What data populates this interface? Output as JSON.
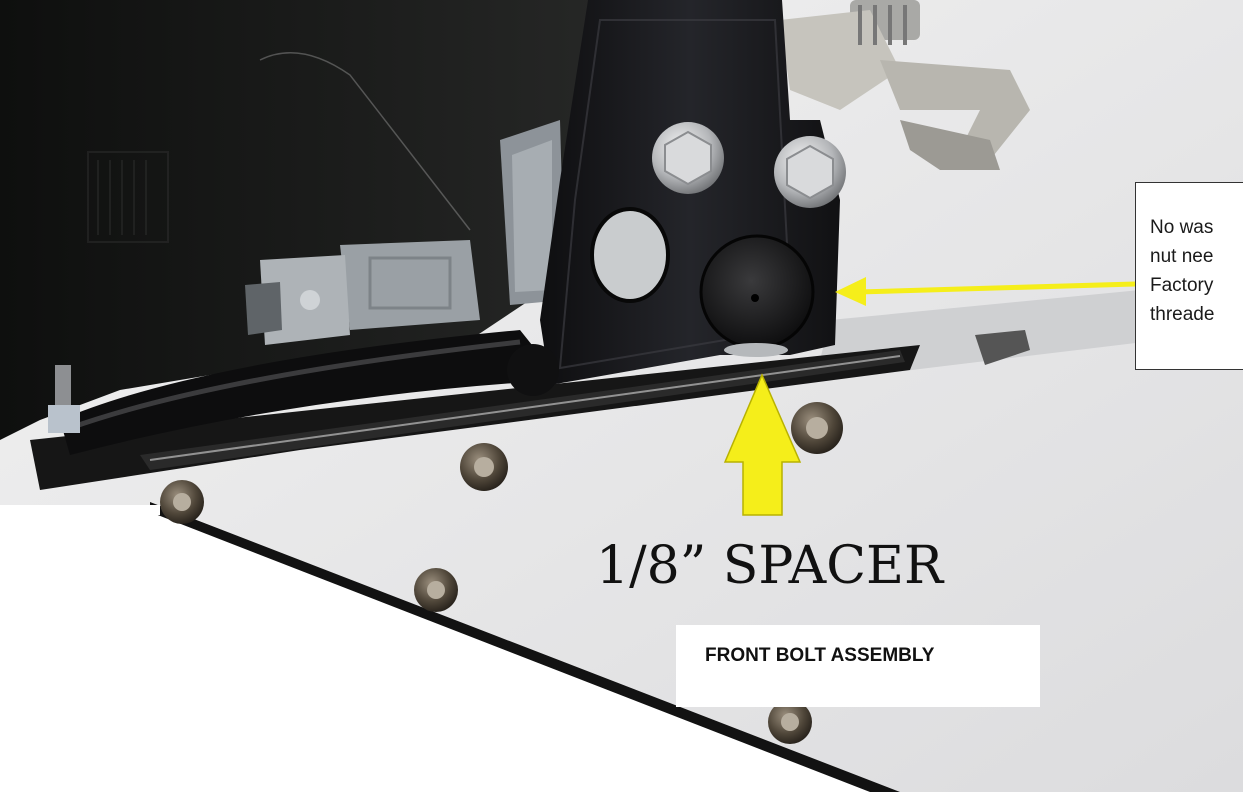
{
  "photo_subject": "vehicle hood latch bracket mounted to white panel, underside view",
  "colors": {
    "arrow": "#f5ee1a",
    "dark_panel": "#141414",
    "bracket": "#17171a",
    "white_panel": "#e9e9ea",
    "callout_border": "#333333"
  },
  "annotations": {
    "spacer_label": "1/8” SPACER",
    "assembly_label": "FRONT BOLT ASSEMBLY",
    "callout_lines": [
      "No was",
      "nut nee",
      "Factory",
      "threade"
    ]
  }
}
